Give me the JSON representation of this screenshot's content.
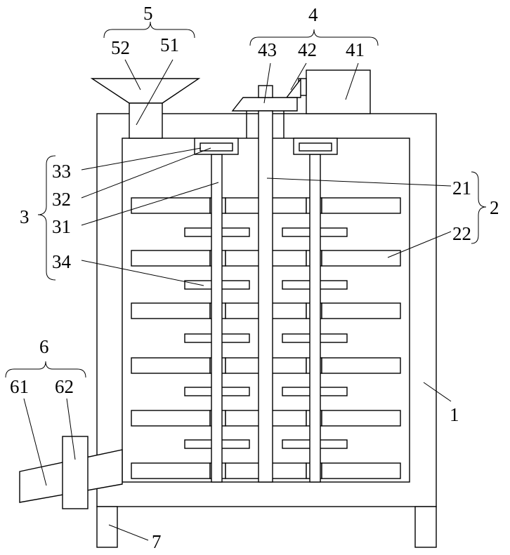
{
  "labels": {
    "n1": "1",
    "n2": "2",
    "n21": "21",
    "n22": "22",
    "n3": "3",
    "n31": "31",
    "n32": "32",
    "n33": "33",
    "n34": "34",
    "n4": "4",
    "n41": "41",
    "n42": "42",
    "n43": "43",
    "n5": "5",
    "n51": "51",
    "n52": "52",
    "n6": "6",
    "n61": "61",
    "n62": "62",
    "n7": "7"
  }
}
